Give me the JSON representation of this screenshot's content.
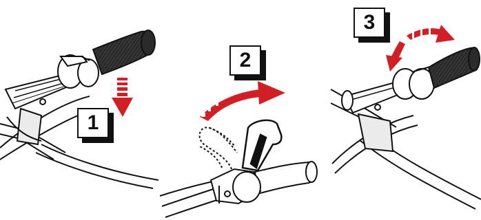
{
  "steps": [
    {
      "number": "1",
      "action": "press-down"
    },
    {
      "number": "2",
      "action": "flip-lever-over"
    },
    {
      "number": "3",
      "action": "rotate-grip"
    }
  ],
  "colors": {
    "arrow": "#d21f26",
    "line": "#111111",
    "background": "#ffffff",
    "grip": "#2a2a2a",
    "shade": "#b8b8b8"
  },
  "icons": [
    "handlebar-illustration",
    "grip-illustration",
    "clamp-lever-illustration",
    "curved-arrow-icon",
    "down-arrow-icon",
    "rotate-arrow-icon"
  ]
}
